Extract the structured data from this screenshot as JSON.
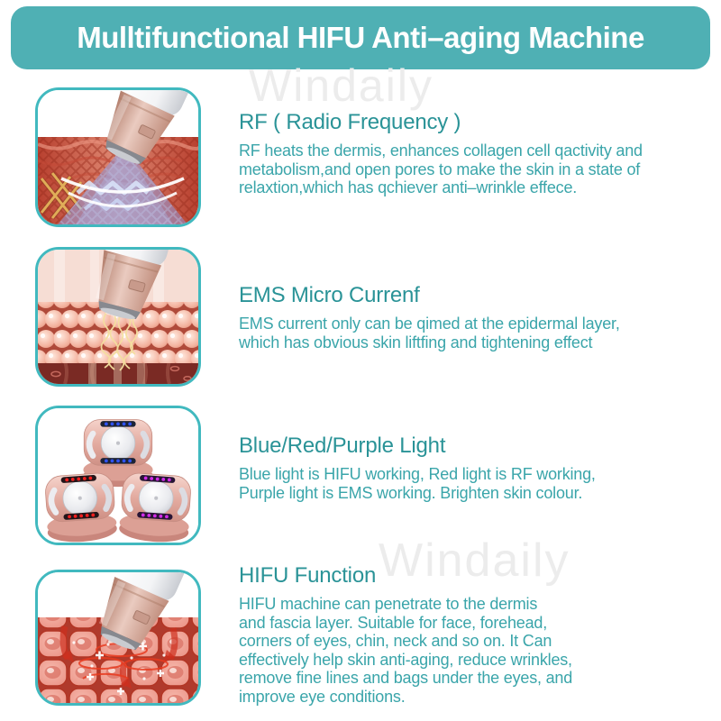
{
  "banner": {
    "title": "Mulltifunctional HIFU Anti–aging Machine"
  },
  "watermark": {
    "text": "Windaily"
  },
  "colors": {
    "banner_teal": "#4fb0b4",
    "box_border_teal": "#41b9bf",
    "heading_teal": "#2a9397",
    "body_teal": "#3aa5aa",
    "watermark_gray": "#ececec",
    "rose_gold": "#d8998e",
    "led_blue": "#2f52f2",
    "led_red": "#f21f1f",
    "led_purple": "#d22ce8"
  },
  "sections": [
    {
      "heading": "RF ( Radio Frequency )",
      "body": "RF heats the dermis, enhances collagen cell qactivity and\nmetabolism,and open pores to make the skin in a state of\nrelaxtion,which has qchiever anti–wrinkle effece.",
      "illustration": "rf-probe-blue-beam-into-dermis"
    },
    {
      "heading": "EMS Micro Currenf",
      "body": "EMS current only can be qimed at the epidermal layer,\nwhich has obvious skin liftfing and tightening effect",
      "illustration": "ems-probe-micro-current-cells"
    },
    {
      "heading": "Blue/Red/Purple Light",
      "body": "Blue light is HIFU working, Red light is RF working,\nPurple light is EMS working. Brighten skin colour.",
      "illustration": "three-device-heads-blue-red-purple-leds"
    },
    {
      "heading": "HIFU Function",
      "body": "HIFU machine can penetrate to the dermis\nand fascia layer. Suitable for face, forehead,\ncorners of eyes, chin, neck and so on. It Can\neffectively help skin anti-aging, reduce wrinkles,\nremove fine lines and bags under the eyes, and\nimprove eye conditions.",
      "illustration": "hifu-probe-deep-skin-cells"
    }
  ]
}
